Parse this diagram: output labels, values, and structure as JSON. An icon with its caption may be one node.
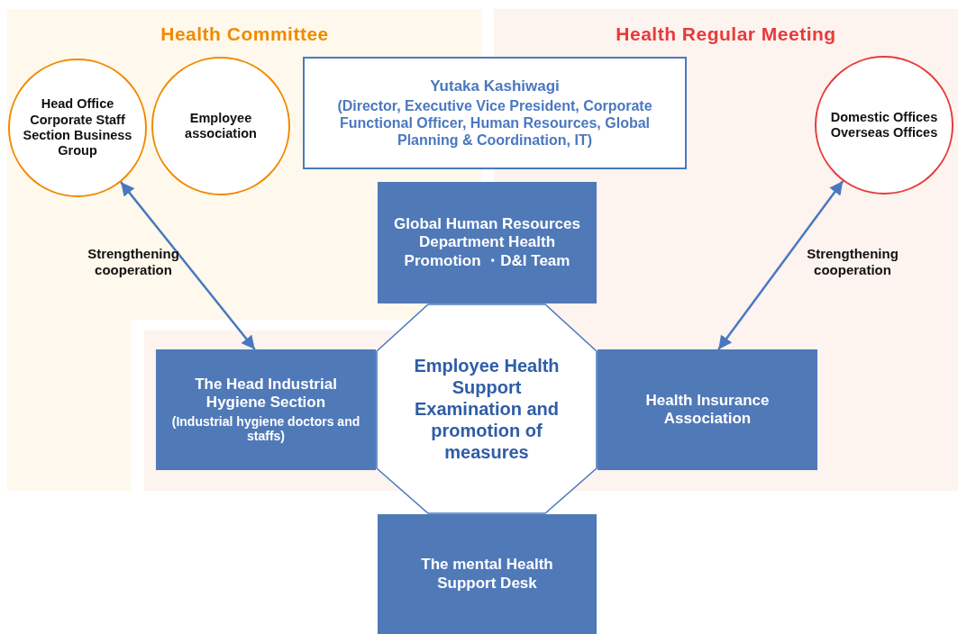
{
  "diagram": {
    "nodes": [
      {
        "text": [
          "Health Committee"
        ]
      },
      {
        "text": [
          "Head Office Corporate Staff Section Business Group"
        ],
        "in": 0
      },
      {
        "text": [
          "Employee association"
        ],
        "in": 0
      },
      {
        "text": [
          "Health Regular Meeting"
        ]
      },
      {
        "text": [
          "Domestic Offices Overseas Offices"
        ],
        "in": 3
      },
      {
        "text": [
          "Yutaka Kashiwagi",
          "(Director, Executive Vice President, Corporate Functional Officer, Human Resources, Global Planning & Coordination, IT)"
        ]
      },
      {
        "text": [
          "Global Human Resources Department Health Promotion ・D&I Team"
        ]
      },
      {
        "text": [
          "Employee Health Support Examination and promotion of measures"
        ]
      },
      {
        "text": [
          "The Head Industrial Hygiene Section",
          "(Industrial hygiene doctors and staffs)"
        ]
      },
      {
        "text": [
          "Health Insurance Association"
        ]
      },
      {
        "text": [
          "The mental Health Support Desk"
        ]
      }
    ],
    "edges": [
      {
        "from": 1,
        "to": 8,
        "arrow": "both",
        "label": "Strengthening cooperation"
      },
      {
        "from": 4,
        "to": 9,
        "arrow": "both",
        "label": "Strengthening cooperation"
      }
    ]
  }
}
